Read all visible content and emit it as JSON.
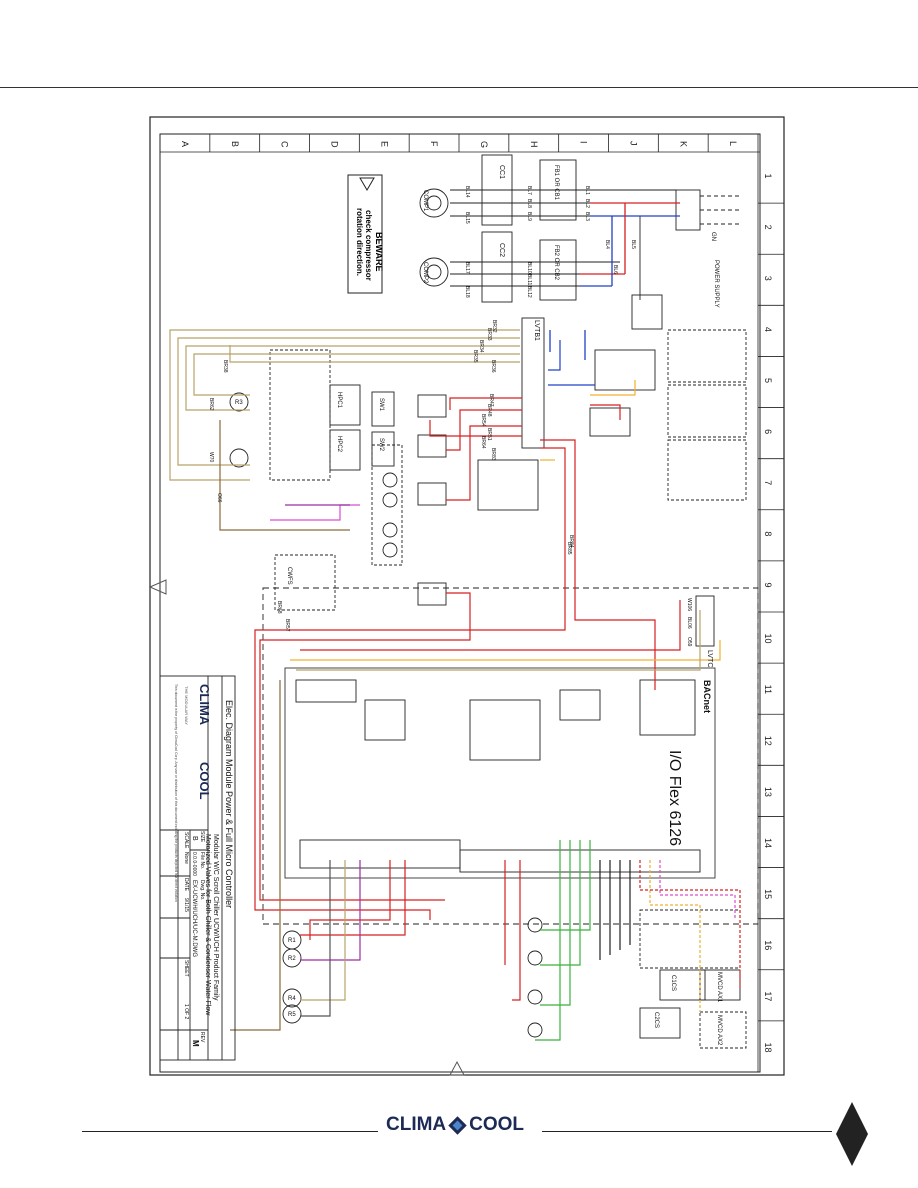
{
  "border": {
    "columns": [
      "1",
      "2",
      "3",
      "4",
      "5",
      "6",
      "7",
      "8",
      "9",
      "10",
      "11",
      "12",
      "13",
      "14",
      "15",
      "16",
      "17",
      "18"
    ],
    "rows": [
      "A",
      "B",
      "C",
      "D",
      "E",
      "F",
      "G",
      "H",
      "I",
      "J",
      "K",
      "L"
    ]
  },
  "title_block": {
    "title": "Elec. Diagram Module Power & Full Micro Controller",
    "subtitle1": "Modular W/C Scroll Chiller UCW/UCH Product Family",
    "subtitle2": "Motorized Valves for Both Chiller & Condenser Water Flow",
    "size_label": "SIZE",
    "size_value": "B",
    "file_label": "File No.",
    "file_value": "0.0.0-0000",
    "dwg_label": "Dwg. No.",
    "dwg_value": "EX-UCWH/UCH/UC-M.DWG",
    "rev_label": "REV",
    "rev_value": "M",
    "scale_label": "SCALE",
    "scale_value": "None",
    "date_label": "DATE",
    "date_value": "9/1/15",
    "sheet_label": "SHEET",
    "sheet_value": "1 OF 2",
    "logo_left": "CLIMA",
    "logo_right": "COOL",
    "logo_tagline": "THE MODULAR WAY",
    "notice": "This document is the property of ClimaCool Corp. Any use or distribution of this document including the products depicted is a direct violation"
  },
  "warning": {
    "line1": "BEWARE",
    "line2": "check compressor",
    "line3": "rotation direction."
  },
  "labels": {
    "cc1": "CC1",
    "cc2": "CC2",
    "comp1": "COMP1",
    "comp2": "COMP2",
    "fb1": "FB1 OR CB1",
    "fb2": "FB2 OR CB2",
    "controller": "I/O Flex 6126",
    "bacnet": "BACnet",
    "lvtb1": "LVTB1",
    "lvtc": "LVTC",
    "power_supply": "POWER SUPPLY",
    "gn": "GN",
    "sw1": "SW1",
    "sw2": "SW2",
    "hpc1": "HPC1",
    "hpc2": "HPC2",
    "cwfs": "CWFS",
    "r1": "R1",
    "r2": "R2",
    "r3": "R3",
    "r4": "R4",
    "r5": "R5",
    "mvcd1": "MVCD AX1",
    "mvcd2": "MVCD AX2",
    "c1cs": "C1CS",
    "c2cs": "C2CS"
  },
  "wires": [
    "BL1",
    "BL2",
    "BL3",
    "BL4",
    "BL5",
    "BL6",
    "BL7",
    "BL8",
    "BL9",
    "BL10",
    "BL11",
    "BL12",
    "BL14",
    "BL15",
    "BL17",
    "BL18",
    "BR32",
    "BR33",
    "BR34",
    "BR35",
    "BR36",
    "BR38",
    "BR47",
    "BR48",
    "BR54",
    "BR51",
    "BR64",
    "BR62",
    "BR83",
    "BR84",
    "BR85",
    "W70",
    "O66",
    "BR68",
    "W106",
    "BL06",
    "O59",
    "BR57"
  ],
  "footer": {
    "logo_left": "CLIMA",
    "logo_right": "COOL"
  }
}
